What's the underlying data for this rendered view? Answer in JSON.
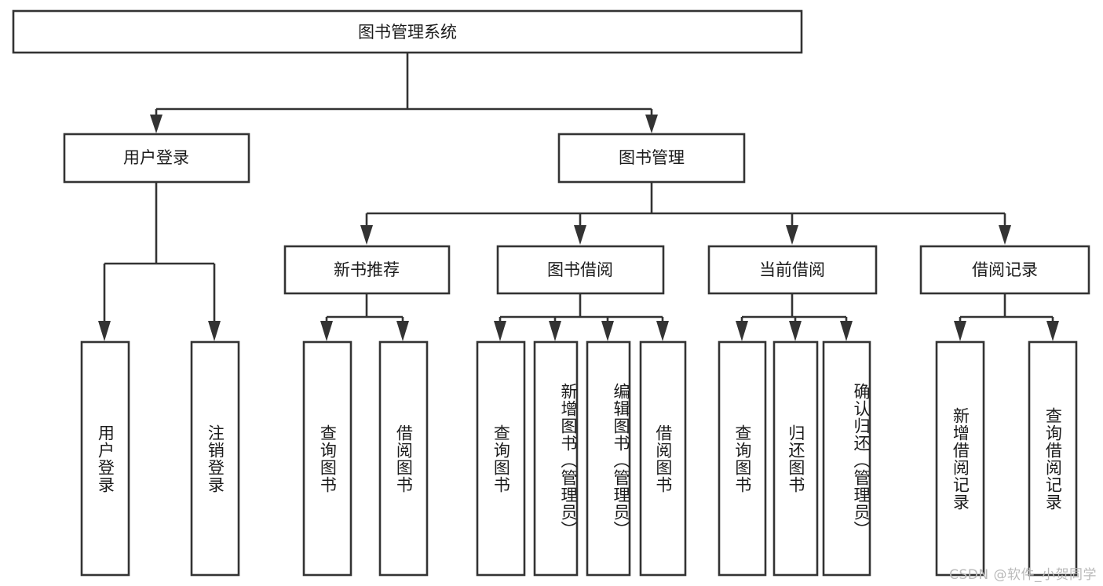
{
  "diagram": {
    "type": "tree-hierarchy-flowchart",
    "title": "图书管理系统",
    "orientation": "top-down",
    "levels": 4,
    "nodes": {
      "root": {
        "label": "图书管理系统",
        "level": 1
      },
      "level2": [
        {
          "id": "user-login",
          "label": "用户登录"
        },
        {
          "id": "book-manage",
          "label": "图书管理"
        }
      ],
      "level3": [
        {
          "id": "new-book-recommend",
          "label": "新书推荐",
          "parent": "book-manage"
        },
        {
          "id": "book-borrow",
          "label": "图书借阅",
          "parent": "book-manage"
        },
        {
          "id": "current-borrow",
          "label": "当前借阅",
          "parent": "book-manage"
        },
        {
          "id": "borrow-record",
          "label": "借阅记录",
          "parent": "book-manage"
        }
      ],
      "leaves": [
        {
          "id": "leaf-user-login",
          "label": "用户登录",
          "parent": "user-login"
        },
        {
          "id": "leaf-logout",
          "label": "注销登录",
          "parent": "user-login"
        },
        {
          "id": "leaf-query-book-1",
          "label": "查询图书",
          "parent": "new-book-recommend"
        },
        {
          "id": "leaf-borrow-book-1",
          "label": "借阅图书",
          "parent": "new-book-recommend"
        },
        {
          "id": "leaf-query-book-2",
          "label": "查询图书",
          "parent": "book-borrow"
        },
        {
          "id": "leaf-add-book",
          "label": "新增图书（管理员）",
          "parent": "book-borrow"
        },
        {
          "id": "leaf-edit-book",
          "label": "编辑图书（管理员）",
          "parent": "book-borrow"
        },
        {
          "id": "leaf-borrow-book-2",
          "label": "借阅图书",
          "parent": "book-borrow"
        },
        {
          "id": "leaf-query-book-3",
          "label": "查询图书",
          "parent": "current-borrow"
        },
        {
          "id": "leaf-return-book",
          "label": "归还图书",
          "parent": "current-borrow"
        },
        {
          "id": "leaf-confirm-return",
          "label": "确认归还（管理员）",
          "parent": "current-borrow"
        },
        {
          "id": "leaf-add-record",
          "label": "新增借阅记录",
          "parent": "borrow-record"
        },
        {
          "id": "leaf-query-record",
          "label": "查询借阅记录",
          "parent": "borrow-record"
        }
      ]
    },
    "colors": {
      "stroke": "#333333",
      "node_fill": "#ffffff",
      "text": "#1b1b1b",
      "background": "#ffffff",
      "watermark": "#b9b9b9"
    }
  },
  "watermark": {
    "text": "CSDN @软件_小贺同学"
  }
}
